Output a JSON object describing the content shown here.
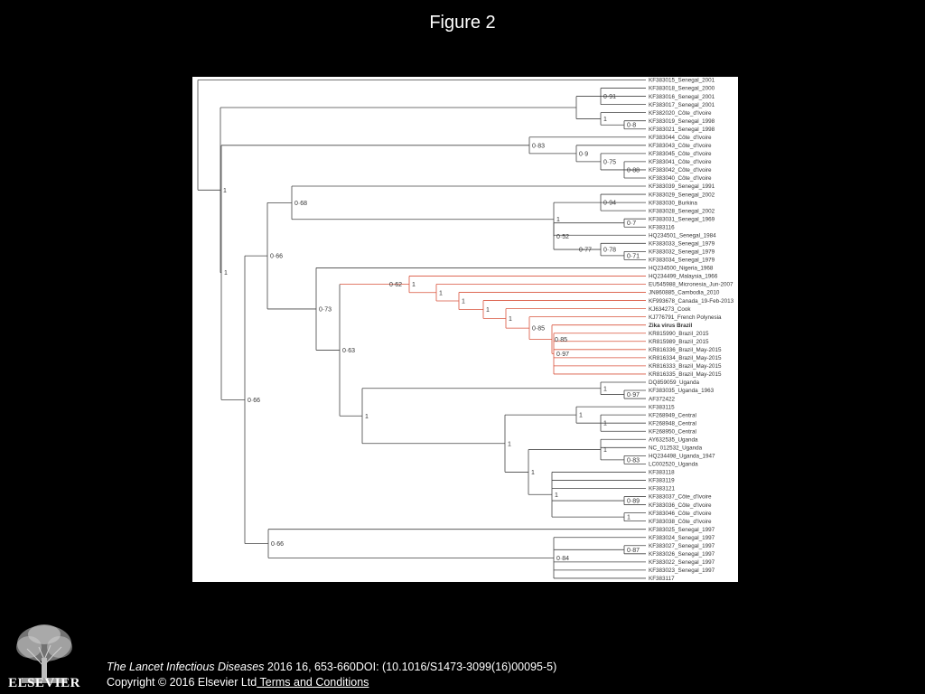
{
  "slide": {
    "title": "Figure 2"
  },
  "citation": {
    "journal": "The Lancet Infectious Diseases",
    "details": " 2016 16, 653-660DOI: (10.1016/S1473-3099(16)00095-5)"
  },
  "copyright": {
    "text": "Copyright © 2016 Elsevier Ltd",
    "terms_link": " Terms and Conditions"
  },
  "logo": {
    "text": "ELSEVIER"
  },
  "colors": {
    "highlight": "#d9533c",
    "tree": "#444444",
    "background": "#000000"
  },
  "tree": {
    "leaves": [
      {
        "label": "KF383015_Senegal_2001"
      },
      {
        "label": "KF383018_Senegal_2000"
      },
      {
        "label": "KF383016_Senegal_2001"
      },
      {
        "label": "KF383017_Senegal_2001"
      },
      {
        "label": "KF382020_Côte_d'Ivoire"
      },
      {
        "label": "KF383019_Senegal_1998"
      },
      {
        "label": "KF383021_Senegal_1998"
      },
      {
        "label": "KF383044_Côte_d'Ivoire"
      },
      {
        "label": "KF383043_Côte_d'Ivoire"
      },
      {
        "label": "KF383045_Côte_d'Ivoire"
      },
      {
        "label": "KF383041_Côte_d'Ivoire"
      },
      {
        "label": "KF383042_Côte_d'Ivoire"
      },
      {
        "label": "KF383040_Côte_d'Ivoire"
      },
      {
        "label": "KF383039_Senegal_1991"
      },
      {
        "label": "KF383029_Senegal_2002"
      },
      {
        "label": "KF383030_Burkina"
      },
      {
        "label": "KF383028_Senegal_2002"
      },
      {
        "label": "KF383031_Senegal_1969"
      },
      {
        "label": "KF383116"
      },
      {
        "label": "HQ234501_Senegal_1984"
      },
      {
        "label": "KF383033_Senegal_1979"
      },
      {
        "label": "KF383032_Senegal_1979"
      },
      {
        "label": "KF383034_Senegal_1979"
      },
      {
        "label": "HQ234500_Nigeria_1968"
      },
      {
        "label": "HQ234499_Malaysia_1966",
        "highlight": true
      },
      {
        "label": "EU545988_Micronesia_Jun-2007",
        "highlight": true
      },
      {
        "label": "JN860885_Cambodia_2010",
        "highlight": true
      },
      {
        "label": "KF993678_Canada_19-Feb-2013",
        "highlight": true
      },
      {
        "label": "KJ634273_Cook",
        "highlight": true
      },
      {
        "label": "KJ776791_French Polynesia",
        "highlight": true
      },
      {
        "label": "Zika virus Brazil",
        "highlight": true,
        "bold": true
      },
      {
        "label": "KR815990_Brazil_2015",
        "highlight": true
      },
      {
        "label": "KR815989_Brazil_2015",
        "highlight": true
      },
      {
        "label": "KR816336_Brazil_May-2015",
        "highlight": true
      },
      {
        "label": "KR816334_Brazil_May-2015",
        "highlight": true
      },
      {
        "label": "KR816333_Brazil_May-2015",
        "highlight": true
      },
      {
        "label": "KR816335_Brazil_May-2015",
        "highlight": true
      },
      {
        "label": "DQ859059_Uganda"
      },
      {
        "label": "KF383035_Uganda_1963"
      },
      {
        "label": "AF372422"
      },
      {
        "label": "KF383115"
      },
      {
        "label": "KF268949_Central"
      },
      {
        "label": "KF268948_Central"
      },
      {
        "label": "KF268950_Central"
      },
      {
        "label": "AY632535_Uganda"
      },
      {
        "label": "NC_012532_Uganda"
      },
      {
        "label": "HQ234498_Uganda_1947"
      },
      {
        "label": "LC002520_Uganda"
      },
      {
        "label": "KF383118"
      },
      {
        "label": "KF383119"
      },
      {
        "label": "KF383121"
      },
      {
        "label": "KF383037_Côte_d'Ivoire"
      },
      {
        "label": "KF383036_Côte_d'Ivoire"
      },
      {
        "label": "KF383046_Côte_d'Ivoire"
      },
      {
        "label": "KF383038_Côte_d'Ivoire"
      },
      {
        "label": "KF383025_Senegal_1997"
      },
      {
        "label": "KF383024_Senegal_1997"
      },
      {
        "label": "KF383027_Senegal_1997"
      },
      {
        "label": "KF383026_Senegal_1997"
      },
      {
        "label": "KF383022_Senegal_1997"
      },
      {
        "label": "KF383023_Senegal_1997"
      },
      {
        "label": "KF383117"
      }
    ],
    "support_values": [
      {
        "value": "0·91",
        "highlight": false
      },
      {
        "value": "1",
        "highlight": false
      },
      {
        "value": "0·8",
        "highlight": false
      },
      {
        "value": "0·83",
        "highlight": false
      },
      {
        "value": "0·9",
        "highlight": false
      },
      {
        "value": "0·75",
        "highlight": false
      },
      {
        "value": "0·88",
        "highlight": false
      },
      {
        "value": "1",
        "highlight": false
      },
      {
        "value": "0·94",
        "highlight": false
      },
      {
        "value": "0·7",
        "highlight": false
      },
      {
        "value": "0·52",
        "highlight": false
      },
      {
        "value": "0·77",
        "highlight": false
      },
      {
        "value": "0·78",
        "highlight": false
      },
      {
        "value": "0·71",
        "highlight": false
      },
      {
        "value": "0·68",
        "highlight": false
      },
      {
        "value": "0·66",
        "highlight": false
      },
      {
        "value": "0·73",
        "highlight": false
      },
      {
        "value": "1",
        "highlight": true
      },
      {
        "value": "1",
        "highlight": true
      },
      {
        "value": "1",
        "highlight": true
      },
      {
        "value": "1",
        "highlight": true
      },
      {
        "value": "0·85",
        "highlight": true
      },
      {
        "value": "0·97",
        "highlight": true
      },
      {
        "value": "0·63",
        "highlight": false
      },
      {
        "value": "0·62",
        "highlight": false
      },
      {
        "value": "1",
        "highlight": false
      },
      {
        "value": "1",
        "highlight": false
      },
      {
        "value": "0·97",
        "highlight": false
      },
      {
        "value": "1",
        "highlight": false
      },
      {
        "value": "1",
        "highlight": false
      },
      {
        "value": "1",
        "highlight": false
      },
      {
        "value": "1",
        "highlight": false
      },
      {
        "value": "1",
        "highlight": false
      },
      {
        "value": "0·83",
        "highlight": false
      },
      {
        "value": "1",
        "highlight": false
      },
      {
        "value": "1",
        "highlight": false
      },
      {
        "value": "0·89",
        "highlight": false
      },
      {
        "value": "1",
        "highlight": false
      },
      {
        "value": "0·84",
        "highlight": false
      },
      {
        "value": "0·87",
        "highlight": false
      }
    ]
  }
}
